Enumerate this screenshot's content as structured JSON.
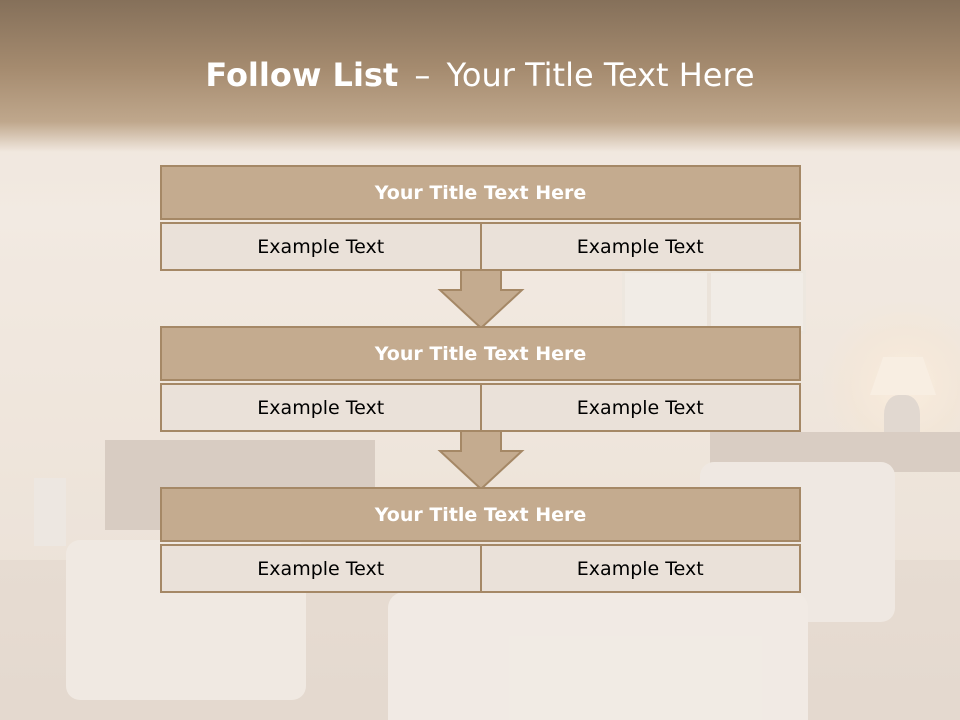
{
  "slide": {
    "title_bold": "Follow List",
    "title_separator": "–",
    "title_rest": "Your Title Text Here"
  },
  "blocks": [
    {
      "title": "Your Title Text Here",
      "cells": [
        "Example Text",
        "Example Text"
      ]
    },
    {
      "title": "Your Title Text Here",
      "cells": [
        "Example Text",
        "Example Text"
      ]
    },
    {
      "title": "Your Title Text Here",
      "cells": [
        "Example Text",
        "Example Text"
      ]
    }
  ],
  "colors": {
    "header_fill": "#c4ab8f",
    "border": "#a58866",
    "cell_fill": "#eae1d9",
    "arrow_fill": "#c4ab8f"
  }
}
